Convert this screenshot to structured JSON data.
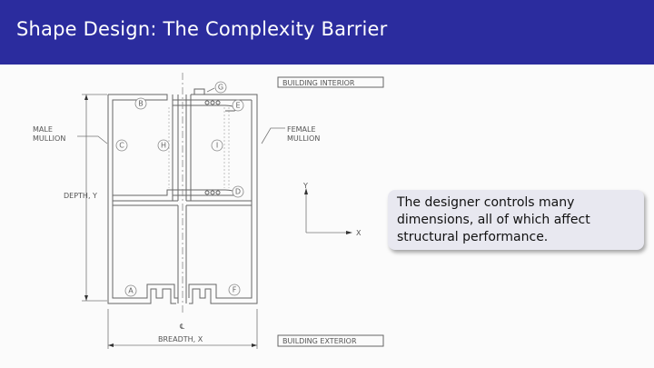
{
  "slide": {
    "title": "Shape Design: The Complexity Barrier",
    "callout_text": "The designer controls many dimensions, all of which affect structural performance."
  },
  "drawing": {
    "building_interior": "BUILDING INTERIOR",
    "building_exterior": "BUILDING EXTERIOR",
    "male_mullion_line1": "MALE",
    "male_mullion_line2": "MULLION",
    "female_mullion_line1": "FEMALE",
    "female_mullion_line2": "MULLION",
    "depth_label": "DEPTH, Y",
    "breadth_label": "BREADTH, X",
    "centerline_symbol": "℄",
    "axis_y": "Y",
    "axis_x": "X",
    "points": [
      "A",
      "B",
      "C",
      "D",
      "E",
      "F",
      "G",
      "H",
      "I"
    ]
  },
  "colors": {
    "title_bar": "#2b2c9e",
    "title_text": "#ffffff",
    "callout_bg": "#e8e8f0"
  }
}
